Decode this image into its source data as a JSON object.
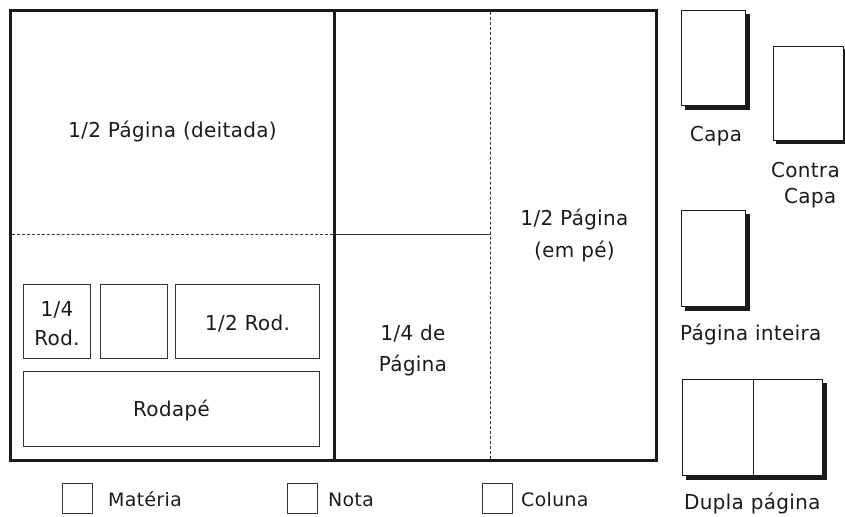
{
  "layout": {
    "half_landscape": "1/2 Página (deitada)",
    "half_portrait_line1": "1/2 Página",
    "half_portrait_line2": "(em pé)",
    "quarter_page_line1": "1/4 de",
    "quarter_page_line2": "Página",
    "quarter_footer_line1": "1/4",
    "quarter_footer_line2": "Rod.",
    "half_footer": "1/2 Rod.",
    "footer": "Rodapé"
  },
  "pages": {
    "cover": "Capa",
    "back_cover_line1": "Contra",
    "back_cover_line2": "Capa",
    "full_page": "Página inteira",
    "double_page": "Dupla página"
  },
  "legend": [
    {
      "label": "Matéria"
    },
    {
      "label": "Nota"
    },
    {
      "label": "Coluna"
    }
  ]
}
